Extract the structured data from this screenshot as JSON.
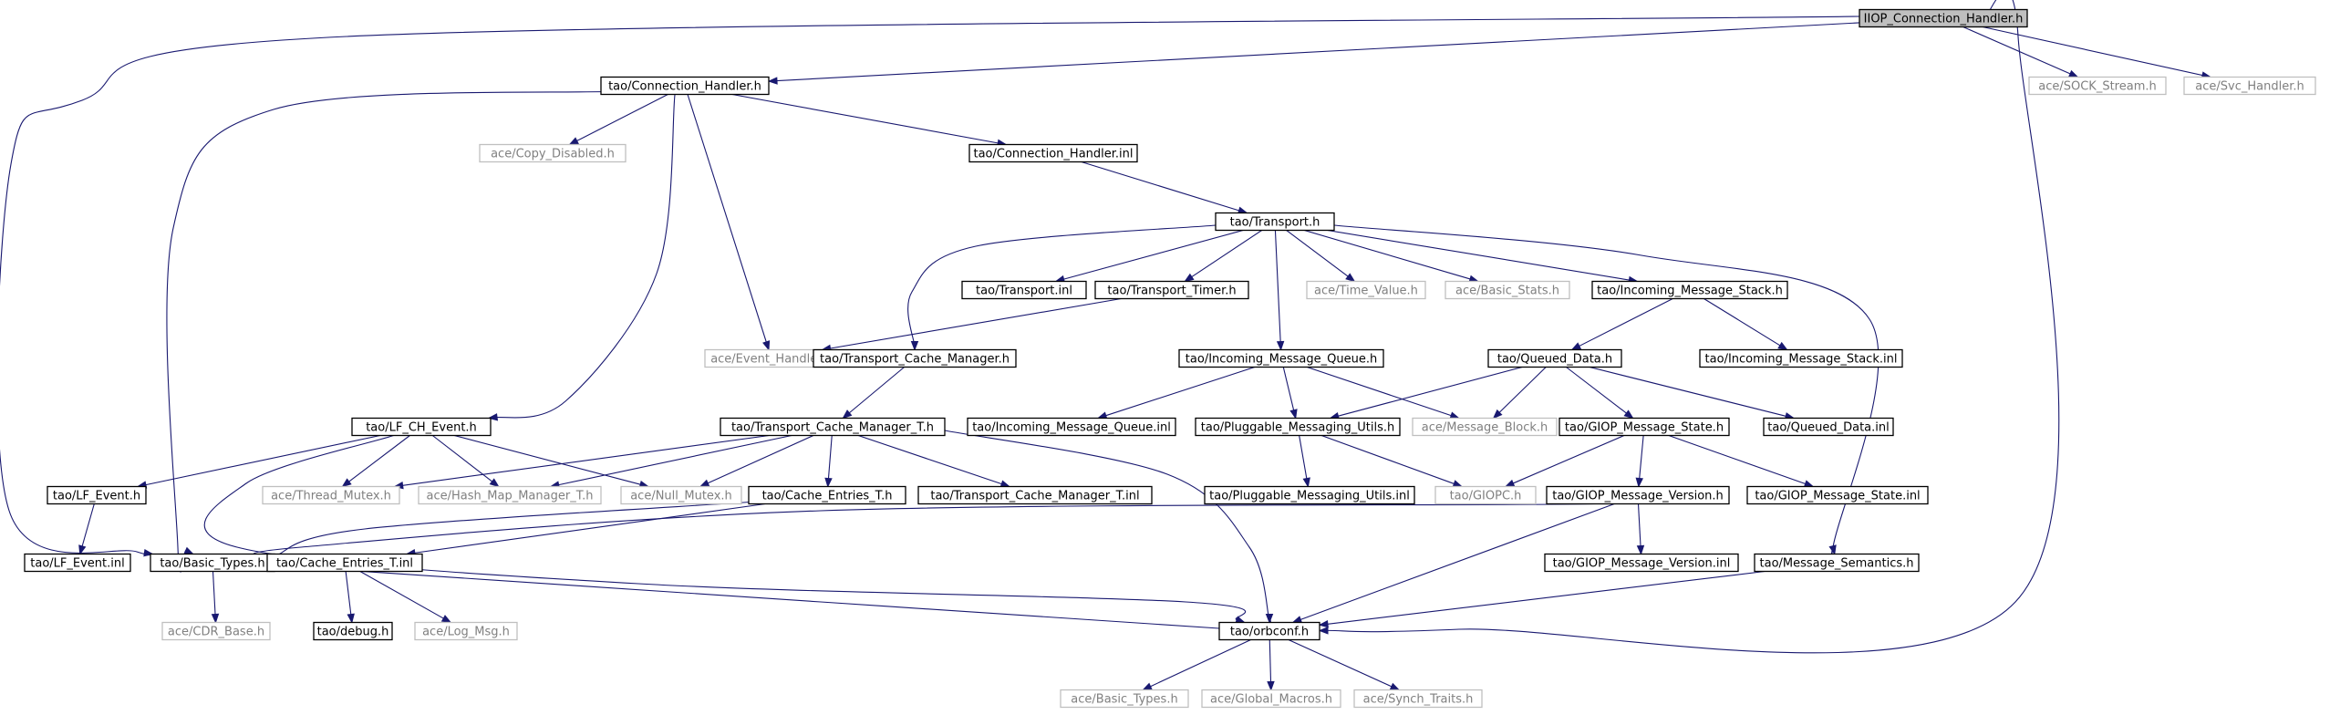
{
  "colors": {
    "edge": "#191970",
    "node_border_normal": "#000000",
    "node_border_external": "#bfbfbf",
    "node_text_normal": "#000000",
    "node_text_external": "#808080",
    "root_fill": "#bfbfbf"
  },
  "nodes": [
    {
      "id": "root",
      "label": "IIOP_Connection_Handler.h",
      "kind": "root"
    },
    {
      "id": "ace_sock",
      "label": "ace/SOCK_Stream.h",
      "kind": "external"
    },
    {
      "id": "ace_svc",
      "label": "ace/Svc_Handler.h",
      "kind": "external"
    },
    {
      "id": "ch_h",
      "label": "tao/Connection_Handler.h",
      "kind": "normal"
    },
    {
      "id": "copy_dis",
      "label": "ace/Copy_Disabled.h",
      "kind": "external"
    },
    {
      "id": "ch_inl",
      "label": "tao/Connection_Handler.inl",
      "kind": "normal"
    },
    {
      "id": "transport_h",
      "label": "tao/Transport.h",
      "kind": "normal"
    },
    {
      "id": "transport_inl",
      "label": "tao/Transport.inl",
      "kind": "normal"
    },
    {
      "id": "transport_timer",
      "label": "tao/Transport_Timer.h",
      "kind": "normal"
    },
    {
      "id": "time_value",
      "label": "ace/Time_Value.h",
      "kind": "external"
    },
    {
      "id": "basic_stats",
      "label": "ace/Basic_Stats.h",
      "kind": "external"
    },
    {
      "id": "ims_h",
      "label": "tao/Incoming_Message_Stack.h",
      "kind": "normal"
    },
    {
      "id": "event_handler",
      "label": "ace/Event_Handler.h",
      "kind": "external"
    },
    {
      "id": "tcm_h",
      "label": "tao/Transport_Cache_Manager.h",
      "kind": "normal"
    },
    {
      "id": "imq_h",
      "label": "tao/Incoming_Message_Queue.h",
      "kind": "normal"
    },
    {
      "id": "qd_h",
      "label": "tao/Queued_Data.h",
      "kind": "normal"
    },
    {
      "id": "ims_inl",
      "label": "tao/Incoming_Message_Stack.inl",
      "kind": "normal"
    },
    {
      "id": "lfch",
      "label": "tao/LF_CH_Event.h",
      "kind": "normal"
    },
    {
      "id": "tcmt_h",
      "label": "tao/Transport_Cache_Manager_T.h",
      "kind": "normal"
    },
    {
      "id": "imq_inl",
      "label": "tao/Incoming_Message_Queue.inl",
      "kind": "normal"
    },
    {
      "id": "pmu_h",
      "label": "tao/Pluggable_Messaging_Utils.h",
      "kind": "normal"
    },
    {
      "id": "msg_block",
      "label": "ace/Message_Block.h",
      "kind": "external"
    },
    {
      "id": "gms_h",
      "label": "tao/GIOP_Message_State.h",
      "kind": "normal"
    },
    {
      "id": "qd_inl",
      "label": "tao/Queued_Data.inl",
      "kind": "normal"
    },
    {
      "id": "lf_event_h",
      "label": "tao/LF_Event.h",
      "kind": "normal"
    },
    {
      "id": "thread_mutex",
      "label": "ace/Thread_Mutex.h",
      "kind": "external"
    },
    {
      "id": "hash_map",
      "label": "ace/Hash_Map_Manager_T.h",
      "kind": "external"
    },
    {
      "id": "null_mutex",
      "label": "ace/Null_Mutex.h",
      "kind": "external"
    },
    {
      "id": "cache_ent_h",
      "label": "tao/Cache_Entries_T.h",
      "kind": "normal"
    },
    {
      "id": "tcmt_inl",
      "label": "tao/Transport_Cache_Manager_T.inl",
      "kind": "normal"
    },
    {
      "id": "pmu_inl",
      "label": "tao/Pluggable_Messaging_Utils.inl",
      "kind": "normal"
    },
    {
      "id": "giopc",
      "label": "tao/GIOPC.h",
      "kind": "external"
    },
    {
      "id": "gmv_h",
      "label": "tao/GIOP_Message_Version.h",
      "kind": "normal"
    },
    {
      "id": "gms_inl",
      "label": "tao/GIOP_Message_State.inl",
      "kind": "normal"
    },
    {
      "id": "lf_event_inl",
      "label": "tao/LF_Event.inl",
      "kind": "normal"
    },
    {
      "id": "basic_types",
      "label": "tao/Basic_Types.h",
      "kind": "normal"
    },
    {
      "id": "cache_ent_inl",
      "label": "tao/Cache_Entries_T.inl",
      "kind": "normal"
    },
    {
      "id": "gmv_inl",
      "label": "tao/GIOP_Message_Version.inl",
      "kind": "normal"
    },
    {
      "id": "msg_sem",
      "label": "tao/Message_Semantics.h",
      "kind": "normal"
    },
    {
      "id": "cdr_base",
      "label": "ace/CDR_Base.h",
      "kind": "external"
    },
    {
      "id": "debug_h",
      "label": "tao/debug.h",
      "kind": "normal"
    },
    {
      "id": "log_msg",
      "label": "ace/Log_Msg.h",
      "kind": "external"
    },
    {
      "id": "orbconf",
      "label": "tao/orbconf.h",
      "kind": "normal"
    },
    {
      "id": "ace_basic_types",
      "label": "ace/Basic_Types.h",
      "kind": "external"
    },
    {
      "id": "global_macros",
      "label": "ace/Global_Macros.h",
      "kind": "external"
    },
    {
      "id": "synch_traits",
      "label": "ace/Synch_Traits.h",
      "kind": "external"
    }
  ],
  "edges": [
    {
      "from": "root",
      "to": "ch_h"
    },
    {
      "from": "root",
      "to": "ace_sock"
    },
    {
      "from": "root",
      "to": "ace_svc"
    },
    {
      "from": "root",
      "to": "basic_types"
    },
    {
      "from": "root",
      "to": "orbconf"
    },
    {
      "from": "ch_h",
      "to": "copy_dis"
    },
    {
      "from": "ch_h",
      "to": "ch_inl"
    },
    {
      "from": "ch_h",
      "to": "event_handler"
    },
    {
      "from": "ch_h",
      "to": "lfch"
    },
    {
      "from": "ch_h",
      "to": "basic_types"
    },
    {
      "from": "ch_inl",
      "to": "transport_h"
    },
    {
      "from": "transport_h",
      "to": "transport_inl"
    },
    {
      "from": "transport_h",
      "to": "transport_timer"
    },
    {
      "from": "transport_h",
      "to": "time_value"
    },
    {
      "from": "transport_h",
      "to": "basic_stats"
    },
    {
      "from": "transport_h",
      "to": "ims_h"
    },
    {
      "from": "transport_h",
      "to": "tcm_h"
    },
    {
      "from": "transport_h",
      "to": "imq_h"
    },
    {
      "from": "transport_h",
      "to": "msg_sem"
    },
    {
      "from": "transport_timer",
      "to": "event_handler"
    },
    {
      "from": "ims_h",
      "to": "qd_h"
    },
    {
      "from": "ims_h",
      "to": "ims_inl"
    },
    {
      "from": "tcm_h",
      "to": "tcmt_h"
    },
    {
      "from": "imq_h",
      "to": "imq_inl"
    },
    {
      "from": "imq_h",
      "to": "pmu_h"
    },
    {
      "from": "imq_h",
      "to": "msg_block"
    },
    {
      "from": "qd_h",
      "to": "pmu_h"
    },
    {
      "from": "qd_h",
      "to": "msg_block"
    },
    {
      "from": "qd_h",
      "to": "gms_h"
    },
    {
      "from": "qd_h",
      "to": "qd_inl"
    },
    {
      "from": "lfch",
      "to": "lf_event_h"
    },
    {
      "from": "lfch",
      "to": "thread_mutex"
    },
    {
      "from": "lfch",
      "to": "hash_map"
    },
    {
      "from": "lfch",
      "to": "null_mutex"
    },
    {
      "from": "lfch",
      "to": "orbconf"
    },
    {
      "from": "tcmt_h",
      "to": "thread_mutex"
    },
    {
      "from": "tcmt_h",
      "to": "hash_map"
    },
    {
      "from": "tcmt_h",
      "to": "null_mutex"
    },
    {
      "from": "tcmt_h",
      "to": "cache_ent_h"
    },
    {
      "from": "tcmt_h",
      "to": "tcmt_inl"
    },
    {
      "from": "tcmt_h",
      "to": "orbconf"
    },
    {
      "from": "pmu_h",
      "to": "pmu_inl"
    },
    {
      "from": "pmu_h",
      "to": "giopc"
    },
    {
      "from": "gms_h",
      "to": "gmv_h"
    },
    {
      "from": "gms_h",
      "to": "gms_inl"
    },
    {
      "from": "gms_h",
      "to": "giopc"
    },
    {
      "from": "gmv_h",
      "to": "gmv_inl"
    },
    {
      "from": "gmv_h",
      "to": "basic_types"
    },
    {
      "from": "gmv_h",
      "to": "orbconf"
    },
    {
      "from": "lf_event_h",
      "to": "lf_event_inl"
    },
    {
      "from": "cache_ent_h",
      "to": "cache_ent_inl"
    },
    {
      "from": "cache_ent_h",
      "to": "basic_types"
    },
    {
      "from": "cache_ent_inl",
      "to": "debug_h"
    },
    {
      "from": "cache_ent_inl",
      "to": "log_msg"
    },
    {
      "from": "basic_types",
      "to": "cdr_base"
    },
    {
      "from": "basic_types",
      "to": "orbconf"
    },
    {
      "from": "msg_sem",
      "to": "orbconf"
    },
    {
      "from": "orbconf",
      "to": "ace_basic_types"
    },
    {
      "from": "orbconf",
      "to": "global_macros"
    },
    {
      "from": "orbconf",
      "to": "synch_traits"
    }
  ]
}
